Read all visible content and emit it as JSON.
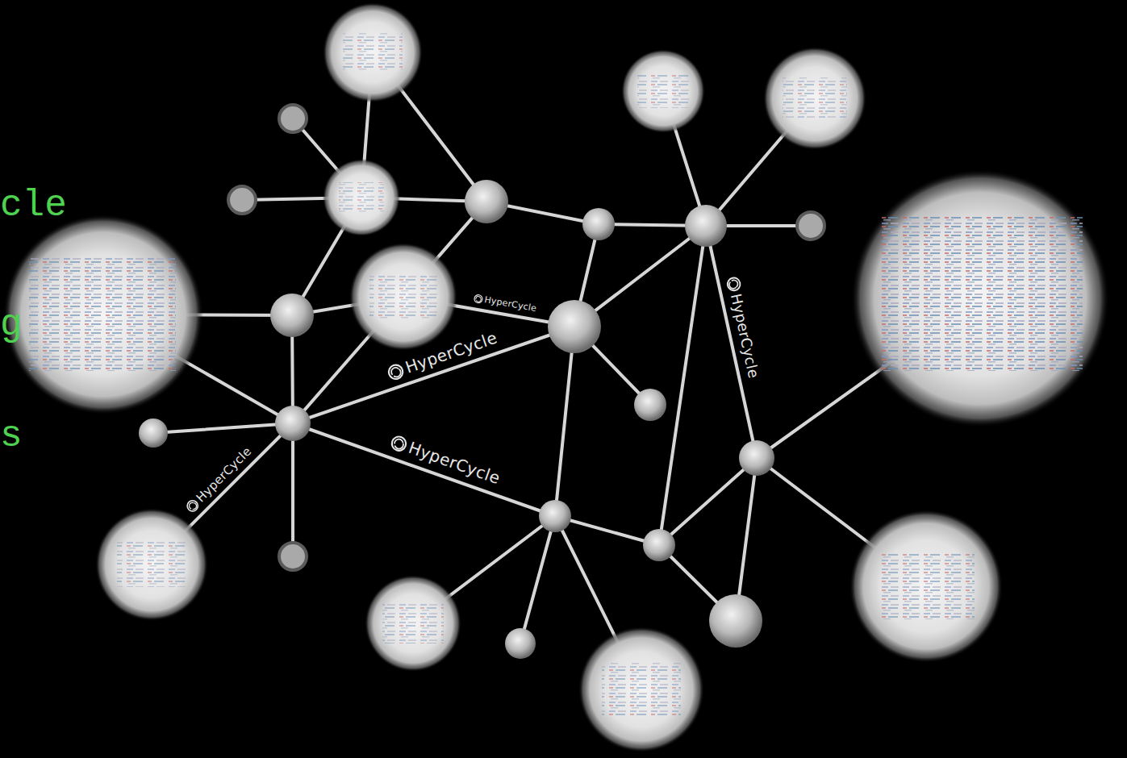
{
  "diagram": {
    "labels": [
      "cle",
      "g",
      "s",
      "HyperCycle",
      "HyperCycle",
      "HyperCycle",
      "HyperCycle",
      "HyperCycle"
    ]
  }
}
